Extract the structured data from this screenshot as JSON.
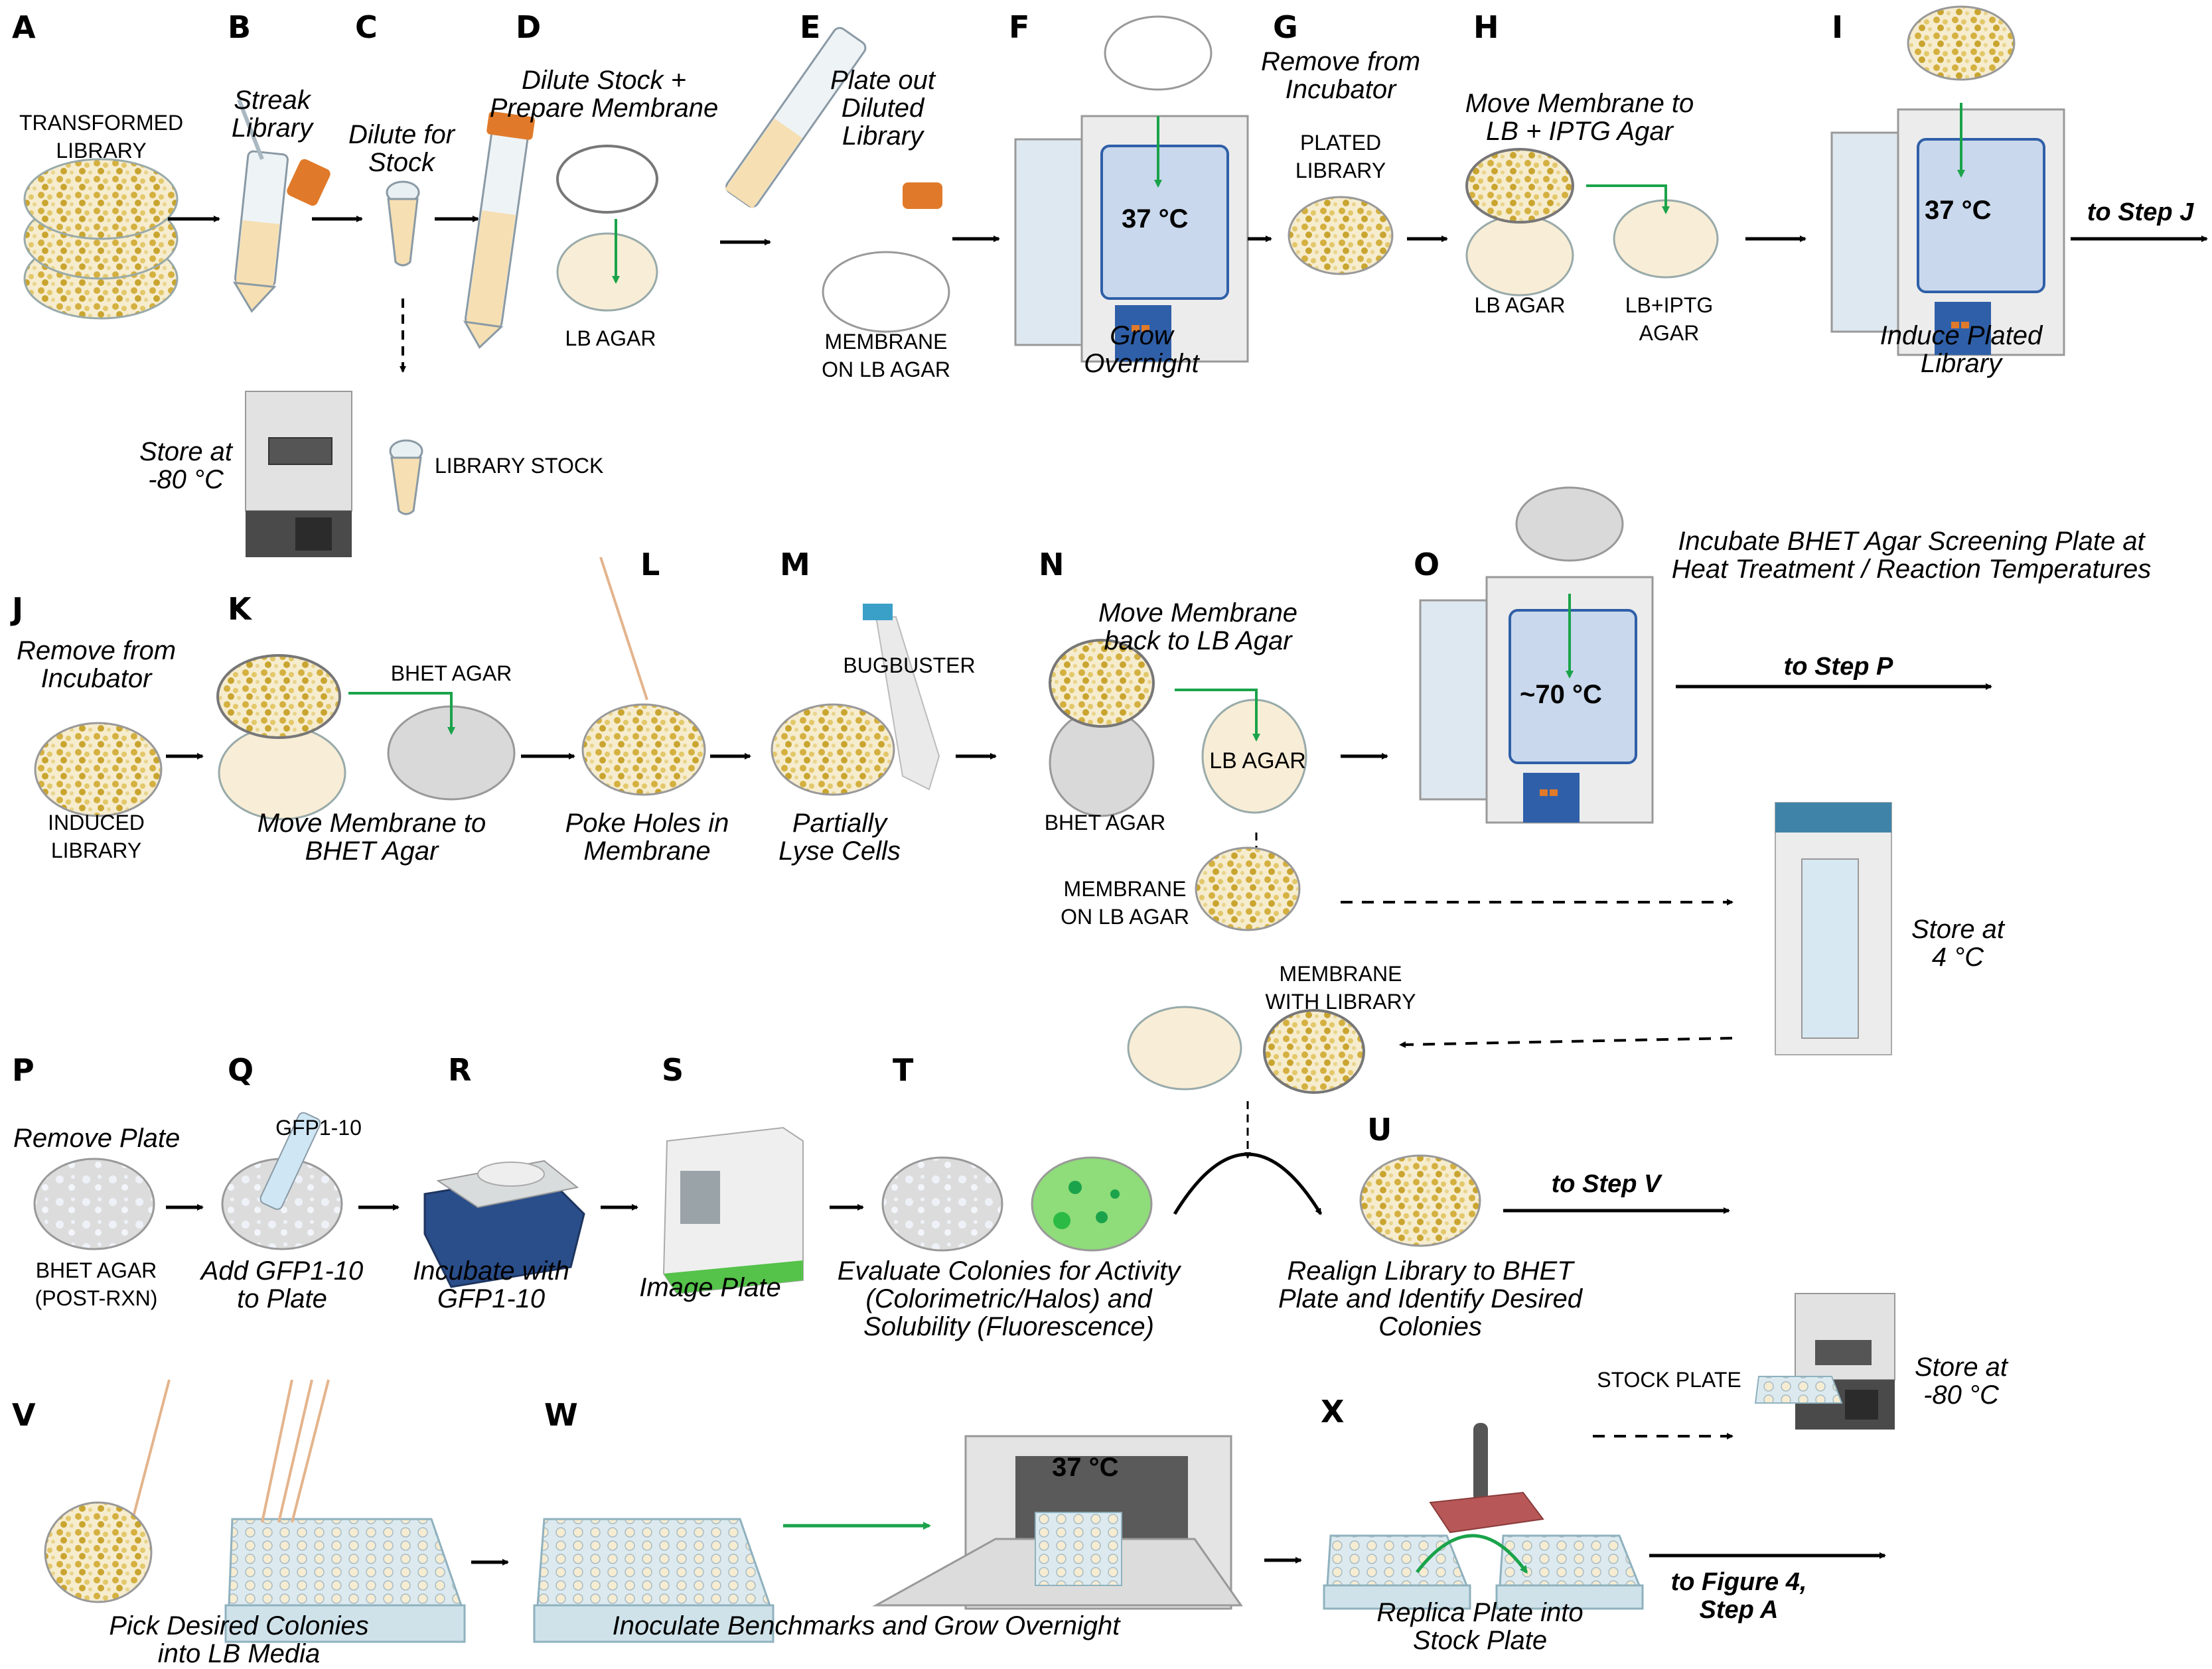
{
  "figure": {
    "colors": {
      "agar_lb": "#f8edd6",
      "agar_bhet": "#d9d9d9",
      "colony": "#d4b040",
      "arrow_green": "#1aa34a",
      "incubator_blue": "#2f5fa8",
      "tube_cap": "#e07a2a",
      "gfp_green": "#8fdc7a",
      "replicator_red": "#b85757",
      "fridge_teal": "#3f84a8"
    },
    "steps": {
      "A": {
        "letter": "A",
        "label": "TRANSFORMED\nLIBRARY"
      },
      "B": {
        "letter": "B",
        "caption": "Streak\nLibrary"
      },
      "C": {
        "letter": "C",
        "caption": "Dilute for\nStock"
      },
      "C_storage": {
        "caption": "Store at\n-80 °C",
        "label": "LIBRARY STOCK"
      },
      "D": {
        "letter": "D",
        "caption": "Dilute Stock +\nPrepare Membrane",
        "label": "LB AGAR"
      },
      "E": {
        "letter": "E",
        "caption": "Plate out\nDiluted\nLibrary",
        "label": "MEMBRANE\nON LB AGAR"
      },
      "F": {
        "letter": "F",
        "temperature": "37 °C",
        "caption": "Grow\nOvernight"
      },
      "G": {
        "letter": "G",
        "caption": "Remove from\nIncubator",
        "label": "PLATED\nLIBRARY"
      },
      "H": {
        "letter": "H",
        "caption": "Move Membrane to\nLB + IPTG Agar",
        "label_left": "LB AGAR",
        "label_right": "LB+IPTG\nAGAR"
      },
      "I": {
        "letter": "I",
        "temperature": "37 °C",
        "caption": "Induce Plated\nLibrary",
        "next": "to Step J"
      },
      "J": {
        "letter": "J",
        "caption": "Remove from\nIncubator",
        "label": "INDUCED\nLIBRARY"
      },
      "K": {
        "letter": "K",
        "label": "BHET AGAR",
        "caption": "Move Membrane to\nBHET Agar"
      },
      "L": {
        "letter": "L",
        "caption": "Poke Holes in\nMembrane"
      },
      "M": {
        "letter": "M",
        "label": "BUGBUSTER",
        "caption": "Partially\nLyse Cells"
      },
      "N": {
        "letter": "N",
        "caption": "Move Membrane\nback to LB Agar",
        "label_left": "BHET AGAR",
        "label_plate": "LB AGAR",
        "label_membrane": "MEMBRANE\nON LB AGAR",
        "label_return": "MEMBRANE\nWITH LIBRARY"
      },
      "N_storage": {
        "caption": "Store at\n4 °C"
      },
      "O": {
        "letter": "O",
        "caption": "Incubate BHET Agar Screening Plate at\nHeat Treatment / Reaction Temperatures",
        "temperature": "~70 °C",
        "next": "to Step P"
      },
      "P": {
        "letter": "P",
        "caption": "Remove Plate",
        "label": "BHET AGAR\n(POST-RXN)"
      },
      "Q": {
        "letter": "Q",
        "label": "GFP1-10",
        "caption": "Add GFP1-10\nto Plate"
      },
      "R": {
        "letter": "R",
        "caption": "Incubate with\nGFP1-10"
      },
      "S": {
        "letter": "S",
        "caption": "Image Plate"
      },
      "T": {
        "letter": "T",
        "caption": "Evaluate Colonies for Activity\n(Colorimetric/Halos) and\nSolubility (Fluorescence)"
      },
      "U": {
        "letter": "U",
        "caption": "Realign Library to BHET\nPlate and Identify Desired\nColonies",
        "next": "to Step V"
      },
      "V": {
        "letter": "V",
        "caption": "Pick Desired Colonies\ninto LB Media"
      },
      "W": {
        "letter": "W",
        "caption": "Inoculate Benchmarks and Grow Overnight",
        "temperature": "37 °C"
      },
      "X": {
        "letter": "X",
        "caption": "Replica Plate into\nStock Plate",
        "next": "to Figure 4,\nStep A",
        "label_stock": "STOCK PLATE",
        "storage_caption": "Store at\n-80 °C"
      }
    }
  }
}
